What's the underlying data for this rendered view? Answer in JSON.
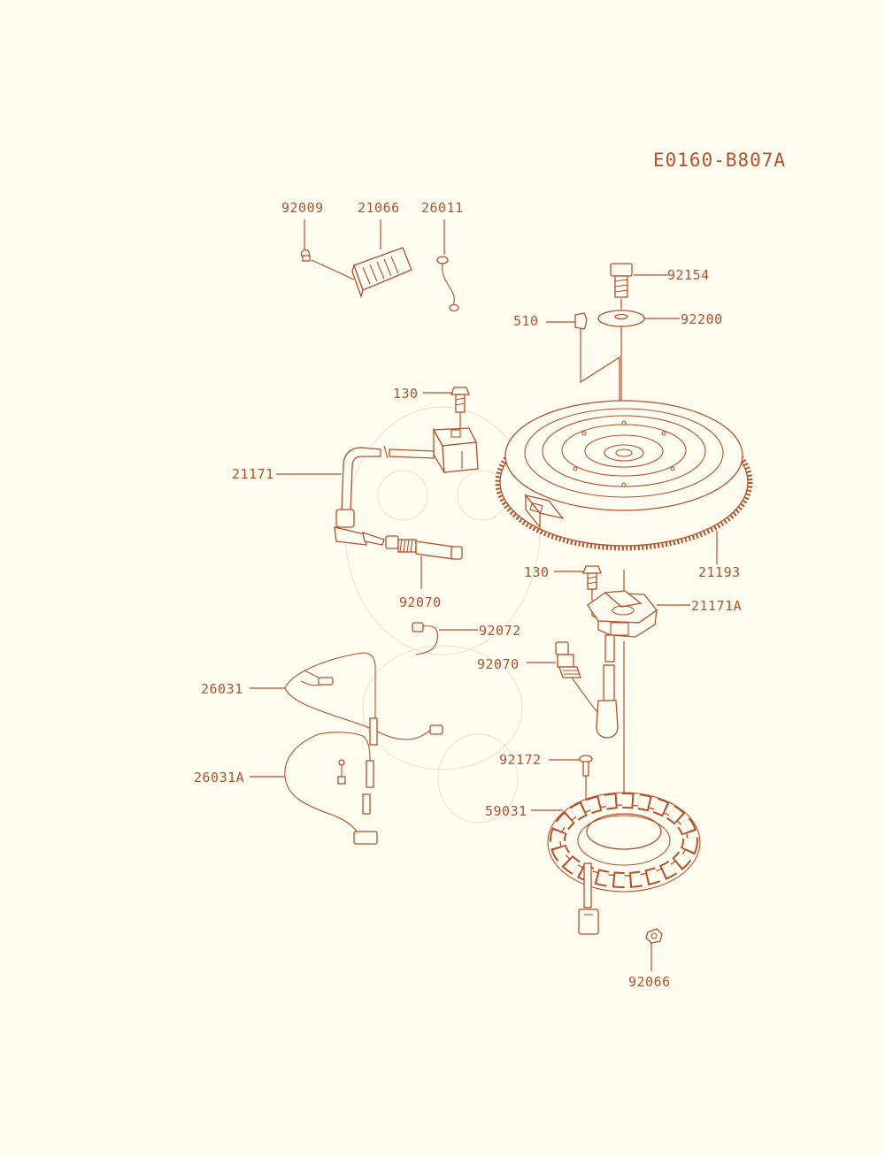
{
  "diagram": {
    "code": "E0160-B807A",
    "colors": {
      "ink": "#b4502c",
      "paper": "#fffcf0"
    },
    "labels": {
      "p92009": "92009",
      "p21066": "21066",
      "p26011": "26011",
      "p92154": "92154",
      "p510": "510",
      "p92200": "92200",
      "p130a": "130",
      "p21171": "21171",
      "p21193": "21193",
      "p130b": "130",
      "p21171A": "21171A",
      "p92070a": "92070",
      "p92072": "92072",
      "p92070b": "92070",
      "p26031": "26031",
      "p92172": "92172",
      "p26031A": "26031A",
      "p59031": "59031",
      "p92066": "92066"
    }
  }
}
